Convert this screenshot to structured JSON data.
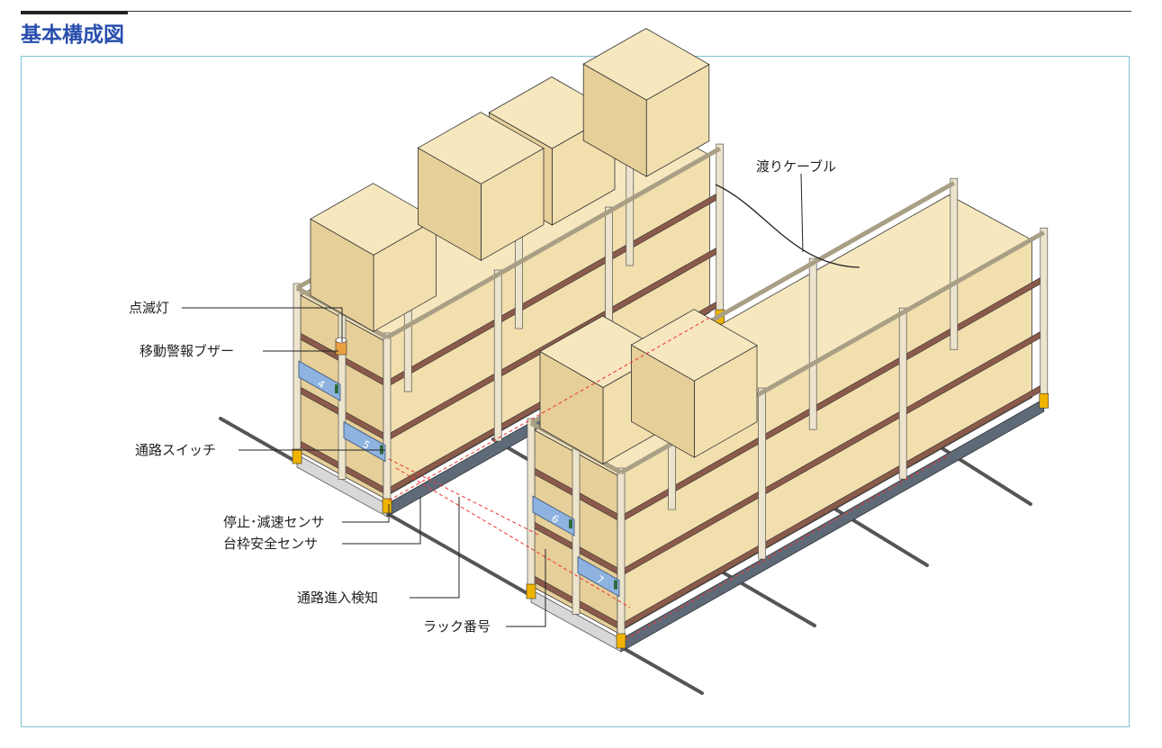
{
  "header": {
    "title": "基本構成図"
  },
  "diagram": {
    "labels": {
      "cable": "渡りケーブル",
      "flash_light": "点滅灯",
      "buzzer": "移動警報ブザー",
      "aisle_switch": "通路スイッチ",
      "stop_sensor": "停止･減速センサ",
      "frame_sensor": "台枠安全センサ",
      "aisle_detect": "通路進入検知",
      "rack_number": "ラック番号"
    },
    "rack_numbers": [
      "4",
      "5",
      "6",
      "7"
    ],
    "colors": {
      "cargo": "#f2dfae",
      "frame": "#ece4cc",
      "beam": "#8a5a4a",
      "panel": "#8fb3e0",
      "sensor": "#f0b400",
      "rail": "#555555",
      "title": "#2a4fae"
    }
  }
}
